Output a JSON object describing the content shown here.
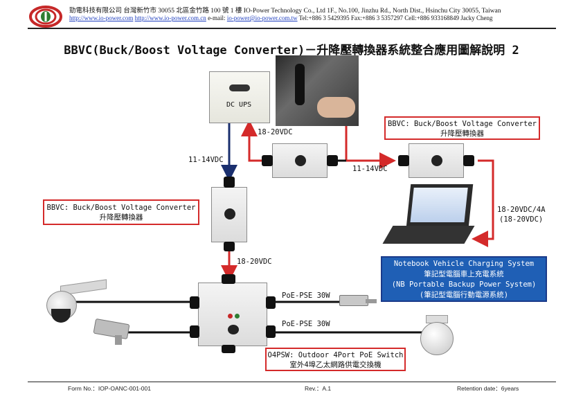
{
  "header": {
    "line1": "勁電科技有限公司 台灣新竹市 30055 北區金竹路 100 號 1 樓 IO-Power Technology Co., Ltd 1F., No.100, Jinzhu Rd., North Dist., Hsinchu City 30055, Taiwan",
    "link1": "http://www.io-power.com",
    "link2": "http://www.io-power.com.cn",
    "email_label": "e-mail:",
    "email": "io-power@io-power.com.tw",
    "contact": "Tel:+886 3 5429395 Fax:+886 3 5357297 Cell:+886 933168849 Jacky Cheng"
  },
  "title": "BBVC(Buck/Boost Voltage Converter)－升降壓轉換器系統整合應用圖解說明 2",
  "dc_ups_label": "DC UPS",
  "bbvc_right": {
    "line1": "BBVC: Buck/Boost Voltage Converter",
    "line2": "升降壓轉換器"
  },
  "bbvc_left": {
    "line1": "BBVC: Buck/Boost Voltage Converter",
    "line2": "升降壓轉換器"
  },
  "labels": {
    "v18_20_top": "18-20VDC",
    "v11_14_left": "11-14VDC",
    "v11_14_mid": "11-14VDC",
    "v18_20_notebook": "18-20VDC/4A",
    "v18_20_notebook_paren": "(18-20VDC)",
    "v18_20_switch": "18-20VDC",
    "poe1": "PoE-PSE 30W",
    "poe2": "PoE-PSE 30W"
  },
  "notebook_box": {
    "line1": "Notebook Vehicle Charging System",
    "line2": "筆記型電腦車上充電系統",
    "line3": "(NB Portable Backup Power System)",
    "line4": "(筆記型電腦行動電源系統)"
  },
  "switch_box": {
    "line1": "O4PSW: Outdoor 4Port PoE Switch",
    "line2": "室外4埠乙太網路供電交換機"
  },
  "footer": {
    "form": "Form No.：IOP-OANC-001-001",
    "rev": "Rev.：A.1",
    "retention": "Retention date：6years"
  },
  "colors": {
    "red_line": "#d42a2a",
    "blue_arrow": "#1a2f6e",
    "notebook_box_bg": "#1f5fb5"
  },
  "icons": [
    "company-logo",
    "dc-ups-device",
    "car-interior-photo",
    "bbvc-converter",
    "notebook-computer",
    "poe-switch",
    "ptz-dome-camera",
    "bullet-camera"
  ]
}
